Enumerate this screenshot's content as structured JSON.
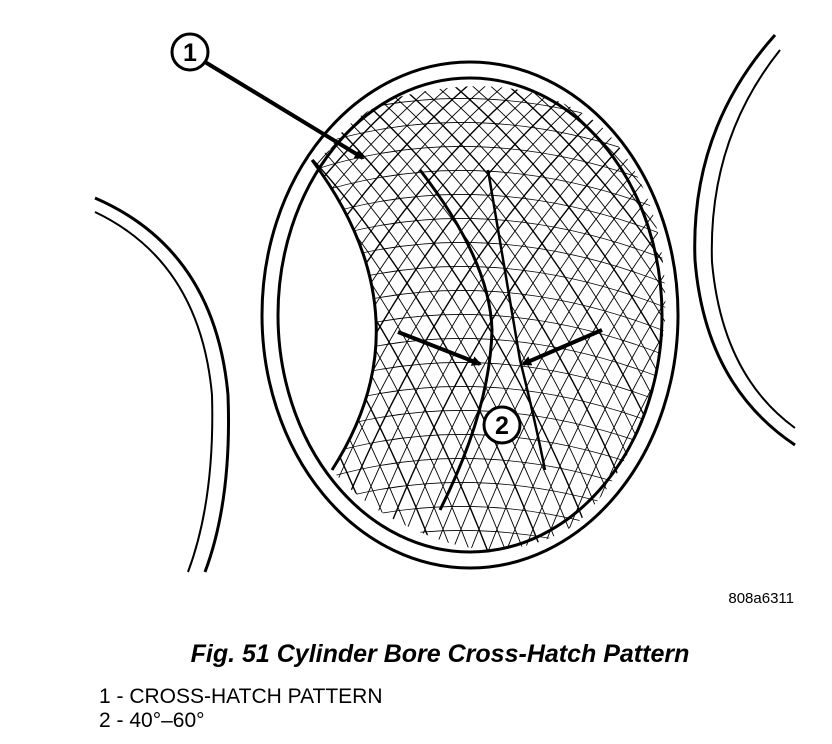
{
  "figure": {
    "callouts": [
      {
        "number": "1"
      },
      {
        "number": "2"
      }
    ],
    "figure_id": "808a6311",
    "caption": "Fig. 51 Cylinder Bore Cross-Hatch Pattern",
    "legend": [
      {
        "text": "1 - CROSS-HATCH PATTERN"
      },
      {
        "text": "2 - 40°–60°"
      }
    ]
  }
}
